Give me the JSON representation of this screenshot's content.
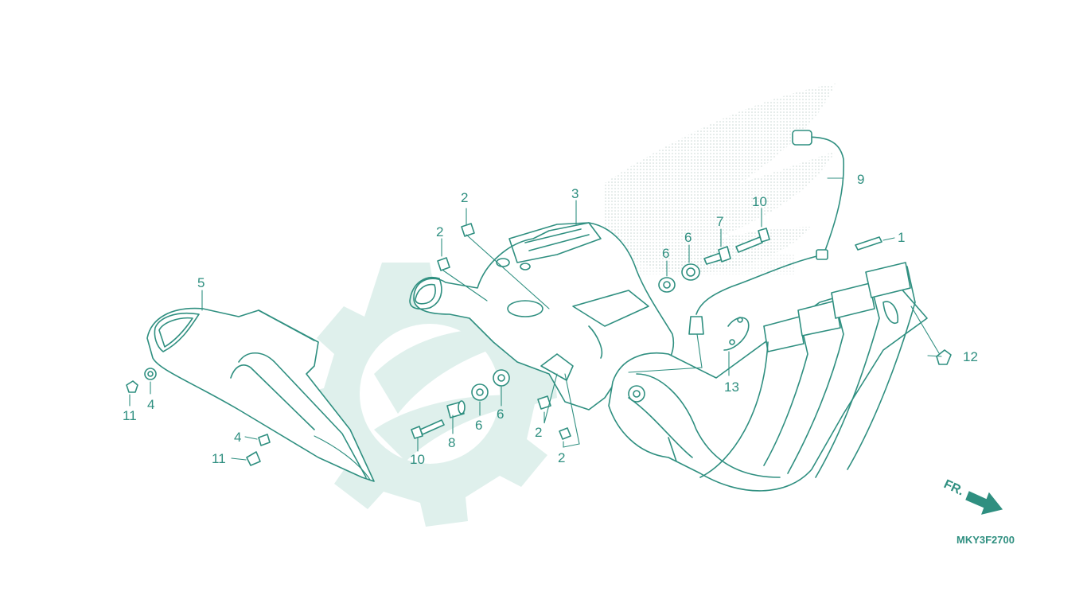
{
  "diagram": {
    "drawing_code": "MKY3F2700",
    "front_arrow_label": "FR.",
    "colors": {
      "line": "#2f8f80",
      "watermark": "#dff0ec"
    },
    "callouts": [
      {
        "id": "c1",
        "label": "1"
      },
      {
        "id": "c2a",
        "label": "2"
      },
      {
        "id": "c2b",
        "label": "2"
      },
      {
        "id": "c2c",
        "label": "2"
      },
      {
        "id": "c2d",
        "label": "2"
      },
      {
        "id": "c3",
        "label": "3"
      },
      {
        "id": "c4a",
        "label": "4"
      },
      {
        "id": "c4b",
        "label": "4"
      },
      {
        "id": "c5",
        "label": "5"
      },
      {
        "id": "c6a",
        "label": "6"
      },
      {
        "id": "c6b",
        "label": "6"
      },
      {
        "id": "c6c",
        "label": "6"
      },
      {
        "id": "c6d",
        "label": "6"
      },
      {
        "id": "c7",
        "label": "7"
      },
      {
        "id": "c8",
        "label": "8"
      },
      {
        "id": "c9",
        "label": "9"
      },
      {
        "id": "c10a",
        "label": "10"
      },
      {
        "id": "c10b",
        "label": "10"
      },
      {
        "id": "c11a",
        "label": "11"
      },
      {
        "id": "c11b",
        "label": "11"
      },
      {
        "id": "c12",
        "label": "12"
      },
      {
        "id": "c13",
        "label": "13"
      }
    ]
  }
}
